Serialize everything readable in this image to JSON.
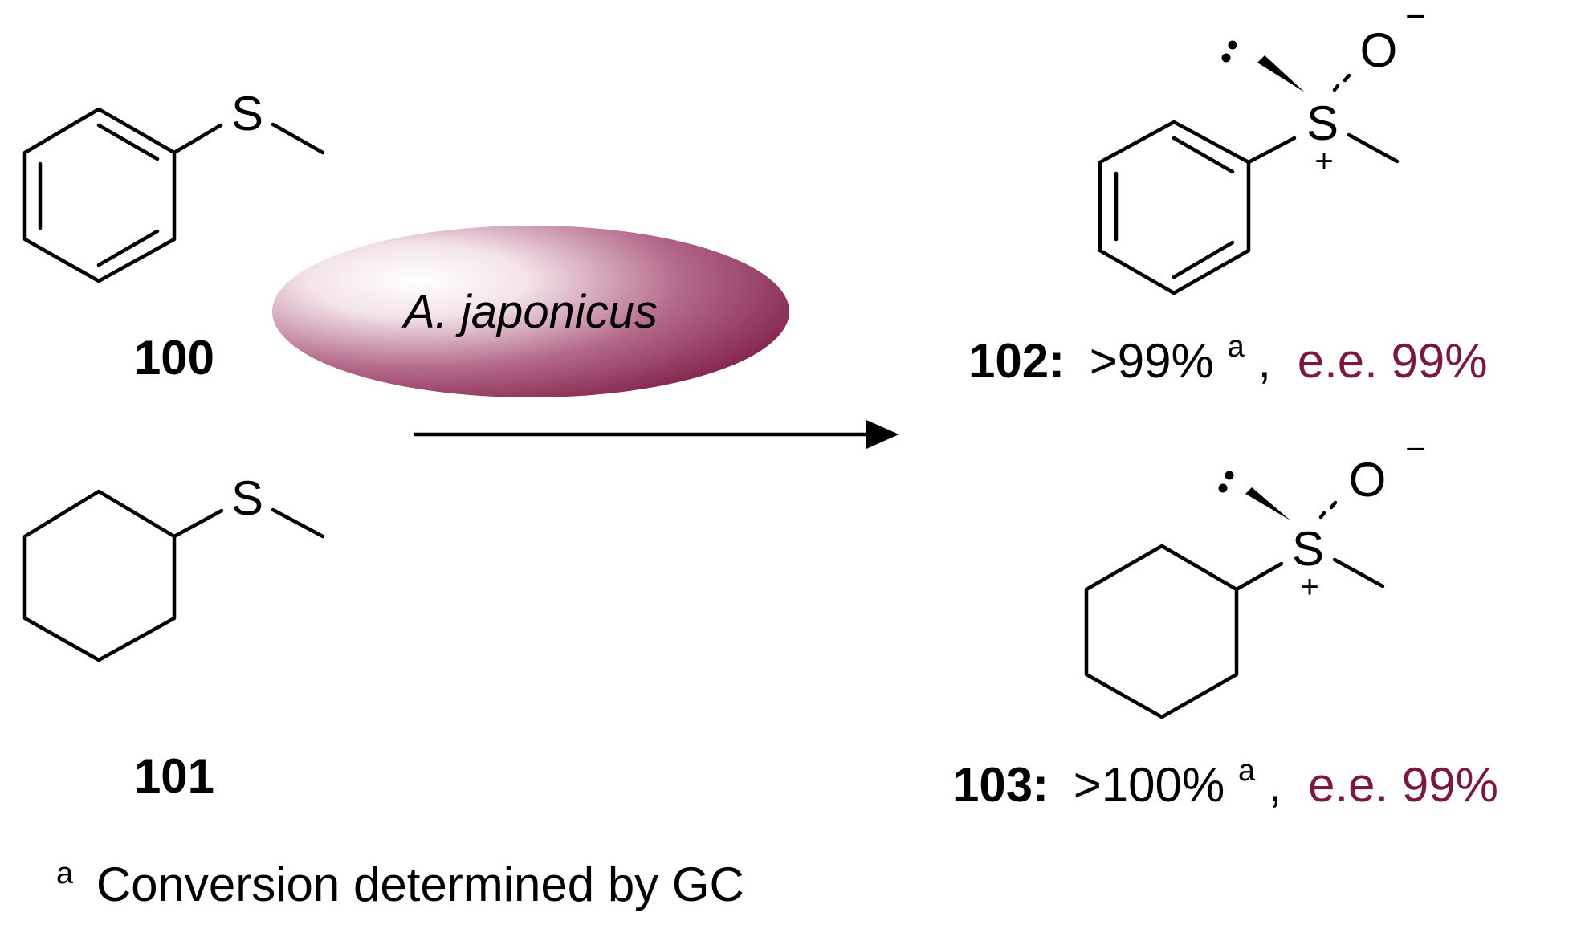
{
  "colors": {
    "accent": "#7a1742",
    "text": "#000000"
  },
  "reactants": [
    {
      "id": "100",
      "atom_label": "S"
    },
    {
      "id": "101",
      "atom_label": "S"
    }
  ],
  "products": [
    {
      "id": "102:",
      "sulfur": "S",
      "oxygen": "O",
      "minus": "−",
      "plus": "+",
      "conversion": ">99%",
      "conversion_sup": "a",
      "comma": ",",
      "ee": "e.e. 99%"
    },
    {
      "id": "103:",
      "sulfur": "S",
      "oxygen": "O",
      "minus": "−",
      "plus": "+",
      "conversion": ">100%",
      "conversion_sup": "a",
      "comma": ",",
      "ee": "e.e. 99%"
    }
  ],
  "catalyst": {
    "label": "A. japonicus"
  },
  "footnote": {
    "marker": "a",
    "text": "Conversion determined by GC"
  }
}
